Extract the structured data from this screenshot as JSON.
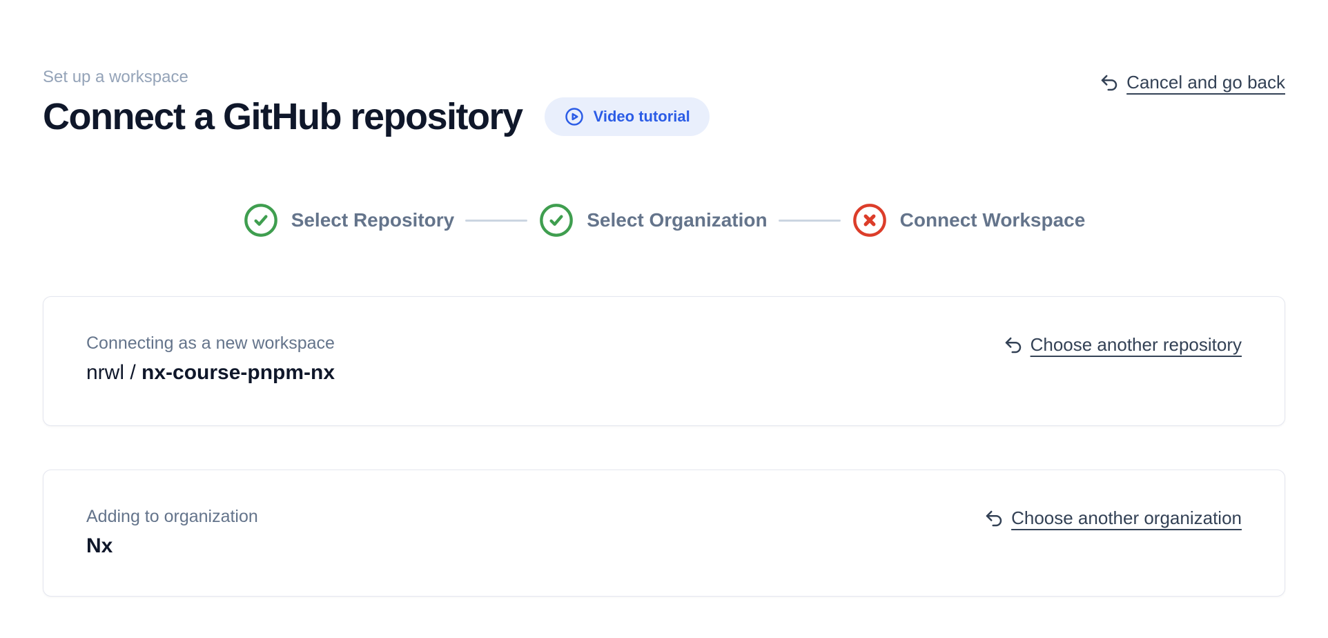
{
  "header": {
    "eyebrow": "Set up a workspace",
    "title": "Connect a GitHub repository",
    "video_button": {
      "label": "Video tutorial"
    },
    "cancel_link": {
      "label": "Cancel and go back"
    }
  },
  "stepper": {
    "steps": [
      {
        "label": "Select Repository",
        "status": "complete"
      },
      {
        "label": "Select Organization",
        "status": "complete"
      },
      {
        "label": "Connect Workspace",
        "status": "error"
      }
    ]
  },
  "cards": [
    {
      "label": "Connecting as a new workspace",
      "value_prefix": "nrwl / ",
      "value_emphasis": "nx-course-pnpm-nx",
      "action_label": "Choose another repository"
    },
    {
      "label": "Adding to organization",
      "value_prefix": "",
      "value_emphasis": "Nx",
      "action_label": "Choose another organization"
    }
  ],
  "colors": {
    "accent_blue": "#2b5ce6",
    "pill_background": "#e9effc",
    "success_green": "#3f9e4f",
    "error_red": "#dc3d2a",
    "connector_gray": "#cbd5e1",
    "text_dark": "#0f172a",
    "text_muted": "#64748b",
    "eyebrow_gray": "#94a3b8",
    "link_slate": "#334155",
    "card_border": "#e4e6ef"
  }
}
